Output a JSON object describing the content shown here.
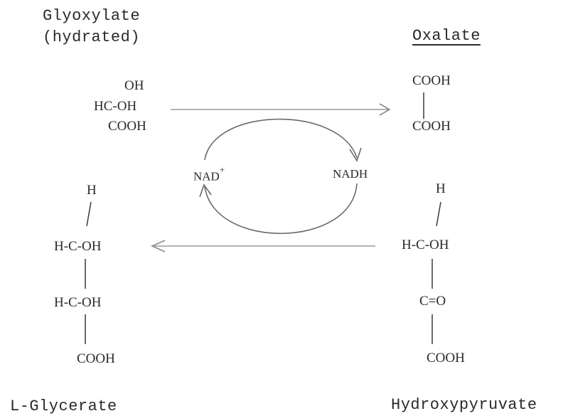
{
  "glyoxylate": {
    "name_line1": "Glyoxylate",
    "name_line2": "(hydrated)",
    "oh": "OH",
    "hc_oh": "HC-OH",
    "cooh": "COOH"
  },
  "oxalate": {
    "name": "Oxalate",
    "cooh_top": "COOH",
    "cooh_bottom": "COOH"
  },
  "cycle": {
    "nad_plus": "NAD",
    "plus_sign": "+",
    "nadh": "NADH"
  },
  "glycerate": {
    "name": "L-Glycerate",
    "h": "H",
    "hc_oh_1": "H-C-OH",
    "hc_oh_2": "H-C-OH",
    "cooh": "COOH"
  },
  "hydroxypyruvate": {
    "name": "Hydroxypyruvate",
    "h": "H",
    "hc_oh": "H-C-OH",
    "c_o": "C=O",
    "cooh": "COOH"
  },
  "colors": {
    "ink": "#2a2a2a",
    "arrow": "#8a8a8a"
  }
}
